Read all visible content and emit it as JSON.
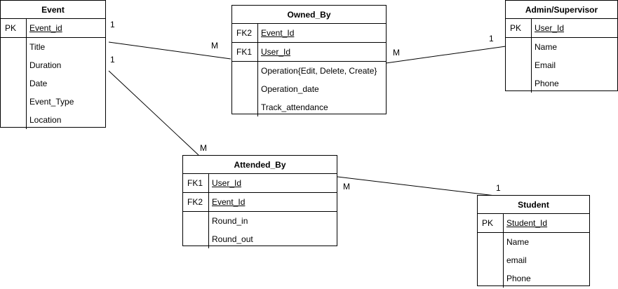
{
  "entities": {
    "event": {
      "title": "Event",
      "keys": [
        {
          "label": "PK",
          "name": "Event_id"
        }
      ],
      "attributes": [
        "Title",
        "Duration",
        "Date",
        "Event_Type",
        "Location"
      ]
    },
    "owned_by": {
      "title": "Owned_By",
      "keys": [
        {
          "label": "FK2",
          "name": "Event_Id"
        },
        {
          "label": "FK1",
          "name": "User_Id"
        }
      ],
      "attributes": [
        "Operation{Edit, Delete, Create}",
        "Operation_date",
        "Track_attendance"
      ]
    },
    "admin_supervisor": {
      "title": "Admin/Supervisor",
      "keys": [
        {
          "label": "PK",
          "name": "User_Id"
        }
      ],
      "attributes": [
        "Name",
        "Email",
        "Phone"
      ]
    },
    "attended_by": {
      "title": "Attended_By",
      "keys": [
        {
          "label": "FK1",
          "name": "User_Id"
        },
        {
          "label": "FK2",
          "name": "Event_Id"
        }
      ],
      "attributes": [
        "Round_in",
        "Round_out"
      ]
    },
    "student": {
      "title": "Student",
      "keys": [
        {
          "label": "PK",
          "name": "Student_Id"
        }
      ],
      "attributes": [
        "Name",
        "email",
        "Phone"
      ]
    }
  },
  "cardinalities": {
    "event_owned_event_side": "1",
    "event_owned_owned_side": "M",
    "event_attended_event_side": "1",
    "event_attended_attended_side": "M",
    "owned_admin_owned_side": "M",
    "owned_admin_admin_side": "1",
    "attended_student_attended_side": "M",
    "attended_student_student_side": "1"
  }
}
